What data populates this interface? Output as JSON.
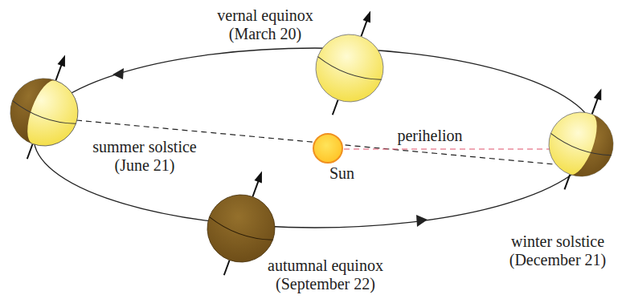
{
  "diagram": {
    "labels": [
      "vernal equinox (March 20)",
      "summer solstice (June 21)",
      "perihelion",
      "Sun",
      "winter solstice (December 21)",
      "autumnal equinox (September 22)"
    ]
  }
}
